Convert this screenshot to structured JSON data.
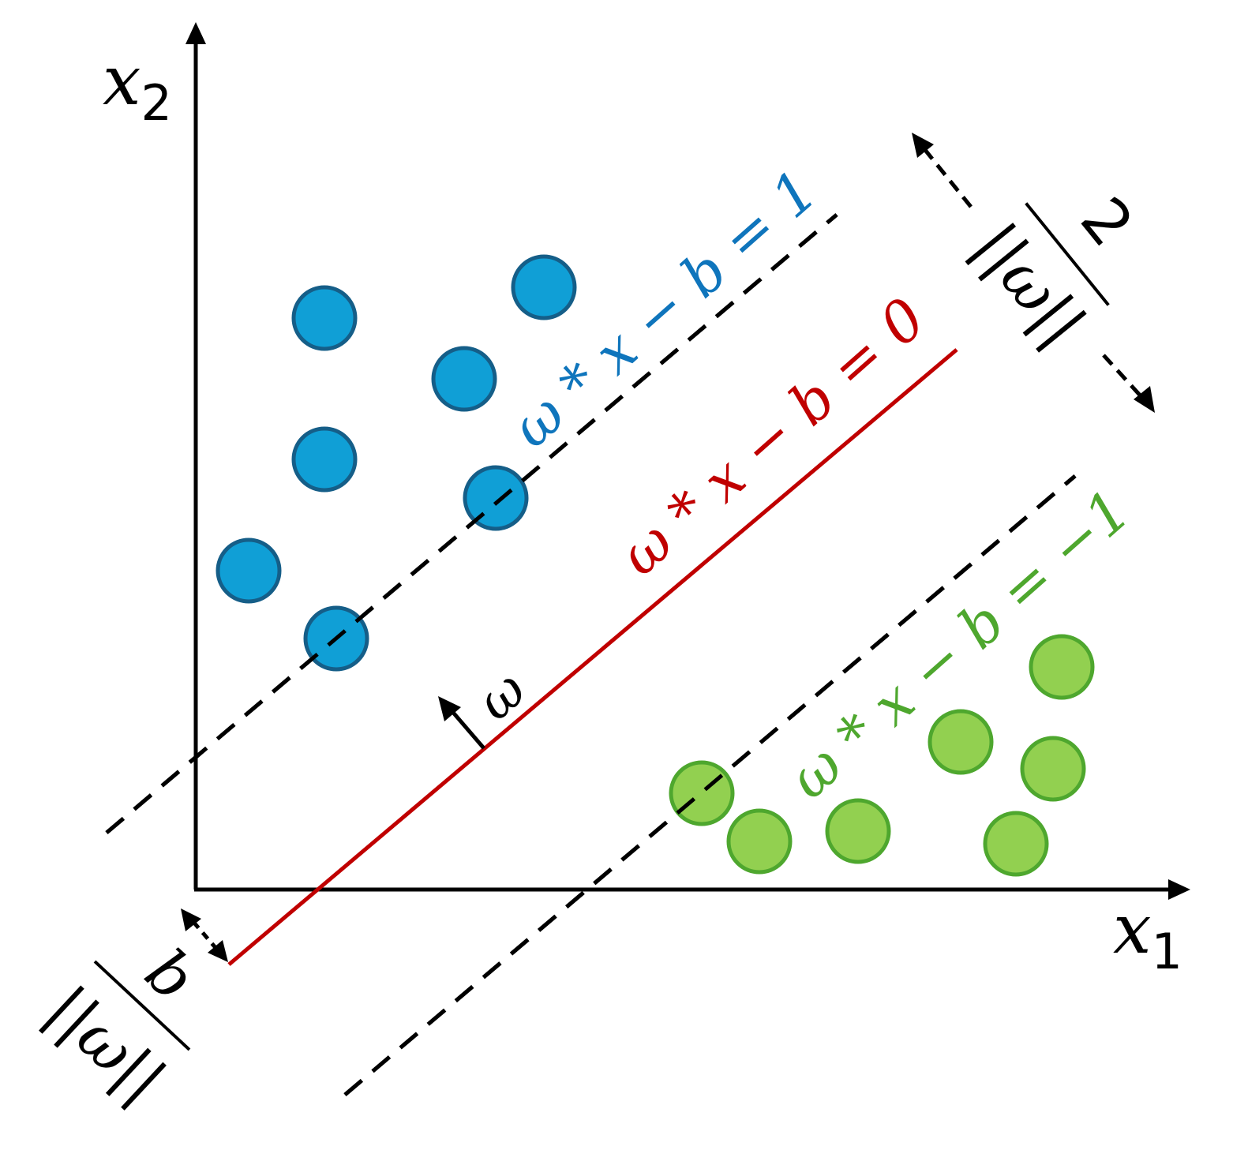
{
  "axes": {
    "x_label": "x",
    "x_sub": "1",
    "y_label": "x",
    "y_sub": "2"
  },
  "hyperplanes": {
    "positive": {
      "label": "ω * x − b = 1",
      "color": "#0F75BC"
    },
    "decision": {
      "label": "ω * x − b = 0",
      "color": "#C00000"
    },
    "negative": {
      "label": "ω * x − b = −1",
      "color": "#4EA72E"
    }
  },
  "normal_vector_label": "ω",
  "margin_width": {
    "numerator": "2",
    "denominator": "||ω||"
  },
  "offset": {
    "numerator": "b",
    "denominator": "||ω||"
  },
  "classes": {
    "positive": {
      "fill": "#109FD6",
      "stroke": "#155E88",
      "count": 7
    },
    "negative": {
      "fill": "#92D050",
      "stroke": "#4EA72E",
      "count": 7
    }
  }
}
